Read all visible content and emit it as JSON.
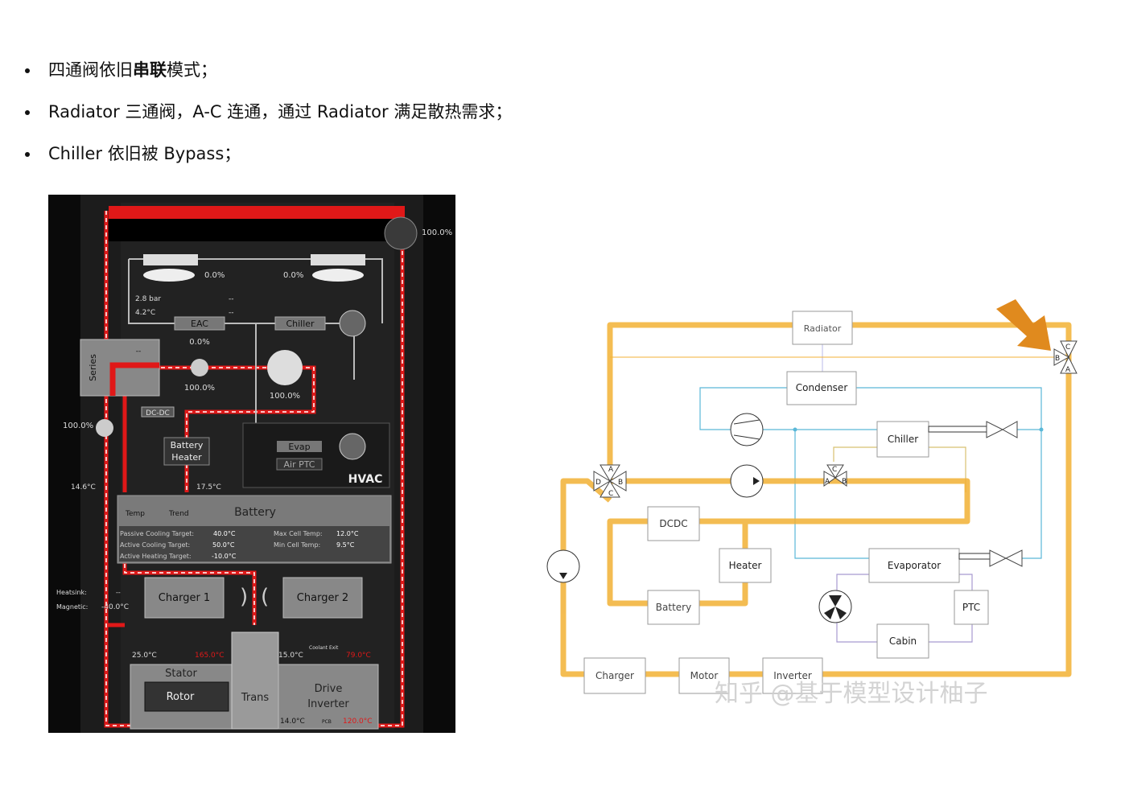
{
  "bullets": [
    {
      "pre": "四通阀依旧",
      "bold": "串联",
      "post": "模式；"
    },
    {
      "pre": "Radiator 三通阀，A-C 连通，通过 Radiator 满足散热需求；",
      "bold": "",
      "post": ""
    },
    {
      "pre": "Chiller 依旧被 Bypass；",
      "bold": "",
      "post": ""
    }
  ],
  "tesla": {
    "radiator_pct": "100.0%",
    "fan_left_pct": "0.0%",
    "fan_right_pct": "0.0%",
    "pressure": "2.8 bar",
    "pressure_val": "--",
    "refrigerant_temp": "4.2°C",
    "refrigerant_val": "--",
    "eac": "EAC",
    "eac_pct": "0.0%",
    "chiller": "Chiller",
    "series": "Series",
    "series_val": "--",
    "pump_mid_pct": "100.0%",
    "pump_chiller_pct": "100.0%",
    "pump_left_pct": "100.0%",
    "dcdc": "DC-DC",
    "battery_heater": [
      "Battery",
      "Heater"
    ],
    "evap": "Evap",
    "air_ptc": "Air PTC",
    "hvac": "HVAC",
    "left_temp": "14.6°C",
    "mid_temp": "17.5°C",
    "temp_label": "Temp",
    "trend_label": "Trend",
    "battery": "Battery",
    "passive_label": "Passive Cooling Target:",
    "passive_val": "40.0°C",
    "active_label": "Active Cooling Target:",
    "active_val": "50.0°C",
    "heating_label": "Active Heating Target:",
    "heating_val": "-10.0°C",
    "max_label": "Max Cell Temp:",
    "max_val": "12.0°C",
    "min_label": "Min Cell Temp:",
    "min_val": "9.5°C",
    "heatsink_label": "Heatsink:",
    "heatsink_val": "--",
    "magnetic_label": "Magnetic:",
    "magnetic_val": "-40.0°C",
    "charger1": "Charger 1",
    "charger2": "Charger 2",
    "stator_temp": "25.0°C",
    "stator_red": "165.0°C",
    "coolant_temp": "15.0°C",
    "coolant_exit": "Coolant Exit",
    "coolant_red": "79.0°C",
    "stator": "Stator",
    "rotor": "Rotor",
    "trans": "Trans",
    "drive_inverter": [
      "Drive",
      "Inverter"
    ],
    "inv_temp": "14.0°C",
    "pcb": "PCB",
    "pcb_red": "120.0°C"
  },
  "diagram": {
    "radiator": "Radiator",
    "condenser": "Condenser",
    "chiller": "Chiller",
    "dcdc": "DCDC",
    "heater": "Heater",
    "battery": "Battery",
    "evaporator": "Evaporator",
    "ptc": "PTC",
    "cabin": "Cabin",
    "charger": "Charger",
    "motor": "Motor",
    "inverter": "Inverter",
    "valve_a": "A",
    "valve_b": "B",
    "valve_c": "C",
    "valve_d": "D",
    "watermark": "知乎 @基于模型设计柚子"
  },
  "colors": {
    "coolant_red": "#e01818",
    "flow_orange": "#f2b134",
    "arrow_orange": "#e08a1e",
    "refrigerant_blue": "#5ab8d8",
    "cabin_purple": "#a89ad0"
  }
}
